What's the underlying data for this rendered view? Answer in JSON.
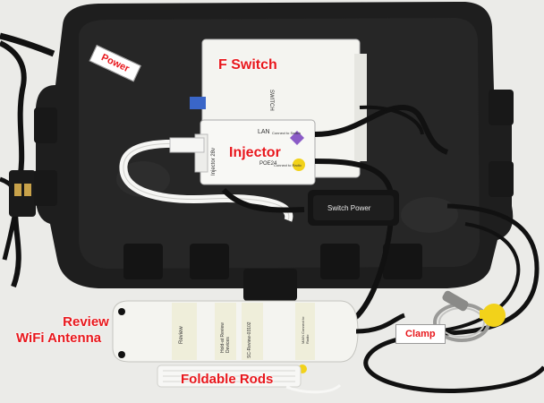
{
  "annotations": {
    "power": "Power",
    "f_switch": "F Switch",
    "injector": "Injector",
    "review_line1": "Review",
    "review_line2": "WiFi Antenna",
    "clamp": "Clamp",
    "foldable_rods": "Foldable Rods"
  },
  "printed_text": {
    "switch_name": "SWITCH",
    "injector_model": "Injector 28v",
    "lan_port": "LAN",
    "lan_desc": "Connect to Switch",
    "poe_port": "POE24",
    "poe_desc": "Connect to Radio",
    "switch_power": "Switch Power",
    "antenna_word1": "Review",
    "antenna_word2": "Hold-at Review Devices",
    "antenna_word3": "SC-Review-03102",
    "antenna_main": "MAIN Connect to Radio"
  },
  "colors": {
    "label_red": "#e8171c",
    "enclosure": "#1c1c1c",
    "cable": "#111111",
    "clamp_handle": "#f2d21a",
    "device_white": "#f4f4f0"
  }
}
